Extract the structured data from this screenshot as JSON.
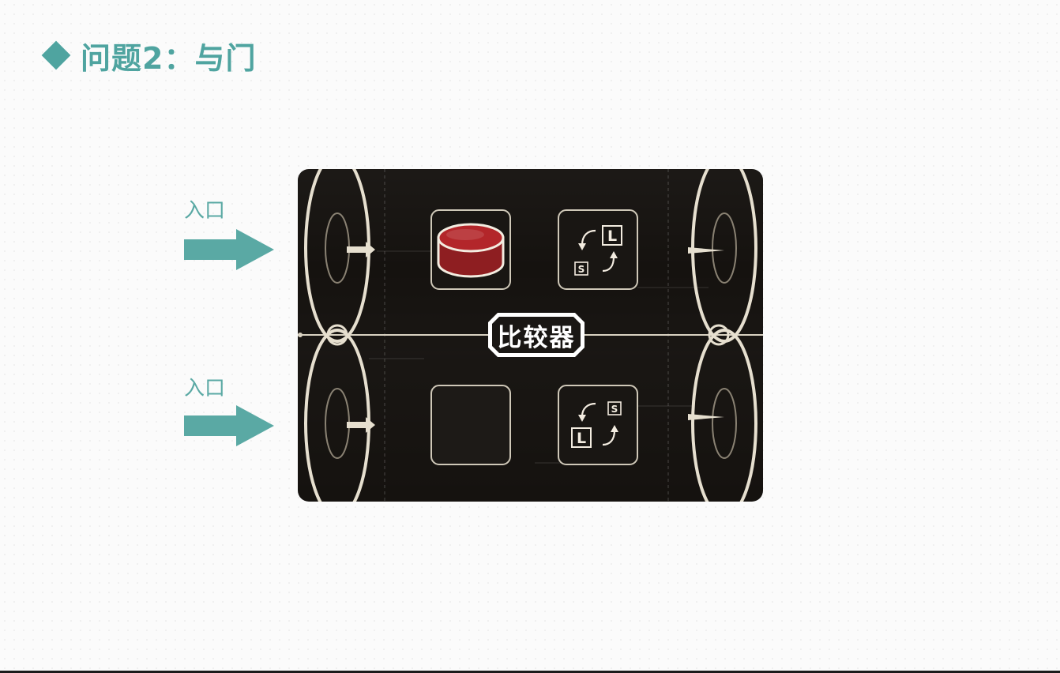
{
  "slide": {
    "title": "问题2：与门",
    "accent_color": "#4fa4a0"
  },
  "entries": [
    {
      "label": "入口",
      "icon": "right-arrow-icon"
    },
    {
      "label": "入口",
      "icon": "right-arrow-icon"
    }
  ],
  "board": {
    "badge_label": "比较器",
    "top_row": {
      "input_tile": {
        "content": "red-token-icon",
        "token_color": "#b3262a"
      },
      "swap_tile": {
        "large_label": "L",
        "small_label": "S",
        "icon": "swap-arrows-icon"
      }
    },
    "bottom_row": {
      "input_tile": {
        "content": "empty"
      },
      "swap_tile": {
        "large_label": "L",
        "small_label": "S",
        "icon": "swap-arrows-icon"
      }
    }
  }
}
